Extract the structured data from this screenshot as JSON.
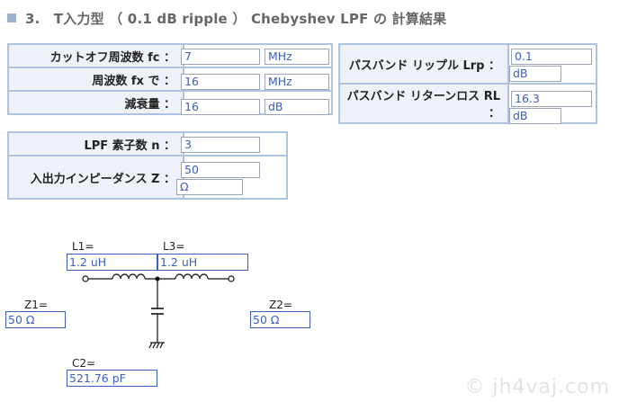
{
  "heading": "3.　T入力型 （ 0.1 dB ripple ） Chebyshev LPF の 計算結果",
  "params": {
    "cutoff": {
      "label": "カットオフ周波数 fc ：",
      "value": "7",
      "unit": "MHz"
    },
    "freq_fx": {
      "label": "周波数 fx で ：",
      "value": "16",
      "unit": "MHz"
    },
    "atten": {
      "label": "減衰量 ：",
      "value": "16",
      "unit": "dB"
    }
  },
  "passband": {
    "ripple": {
      "label": "パスバンド リップル Lrp ：",
      "value": "0.1",
      "unit": "dB"
    },
    "return_loss": {
      "label": "パスバンド リターンロス RL ：",
      "value": "16.3",
      "unit": "dB"
    }
  },
  "lpf": {
    "elements": {
      "label": "LPF 素子数 n ：",
      "value": "3"
    },
    "impedance": {
      "label": "入出力インピーダンス Z ：",
      "value": "50",
      "unit": "Ω"
    }
  },
  "circuit": {
    "L1": {
      "label": "L1=",
      "value": "1.2 uH"
    },
    "L3": {
      "label": "L3=",
      "value": "1.2 uH"
    },
    "Z1": {
      "label": "Z1=",
      "value": "50 Ω"
    },
    "Z2": {
      "label": "Z2=",
      "value": "50 Ω"
    },
    "C2": {
      "label": "C2=",
      "value": "521.76 pF"
    }
  },
  "watermark": "© jh4vaj.com",
  "colors": {
    "border": "#aec4de",
    "label_bg": "#eef2f8",
    "value_text": "#3d5ebf"
  }
}
